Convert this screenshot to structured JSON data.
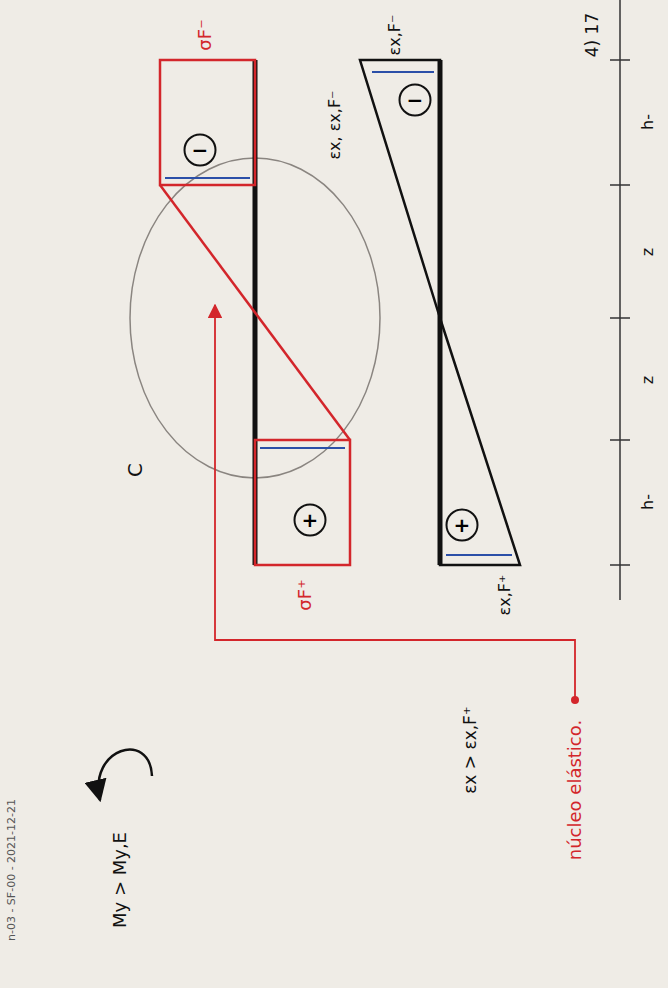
{
  "diagram": {
    "nodes": [
      {
        "text": [
          "−"
        ]
      },
      {
        "text": [
          "+"
        ]
      },
      {
        "text": [
          "−"
        ]
      },
      {
        "text": [
          "+"
        ]
      }
    ],
    "labels": [
      "4) 17",
      "h-",
      "z",
      "z",
      "h-",
      "σF⁻",
      "σF⁺",
      "εx, εx,F⁻",
      "εx,F⁻",
      "εx,F⁺",
      "εx > εx,F⁺",
      "C",
      "núcleo elástico.",
      "My > My,E",
      "n-03 - SF-00 - 2021-12-21"
    ]
  }
}
